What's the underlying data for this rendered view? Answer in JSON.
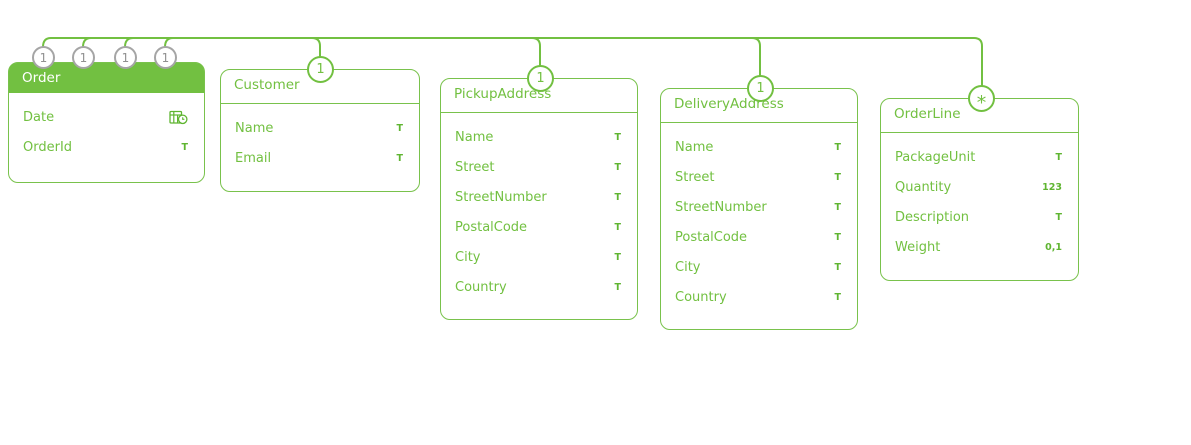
{
  "theme": {
    "accent_green": "#72c041",
    "border_green": "#79c24c",
    "badge_gray": "#a5a5a5",
    "background": "#ffffff",
    "selected_header_text": "#ffffff"
  },
  "diagram": {
    "entities": [
      {
        "name": "Order",
        "selected": true,
        "fields": [
          {
            "name": "Date",
            "icon": "datetime"
          },
          {
            "name": "OrderId",
            "type_label": "T"
          }
        ]
      },
      {
        "name": "Customer",
        "fields": [
          {
            "name": "Name",
            "type_label": "T"
          },
          {
            "name": "Email",
            "type_label": "T"
          }
        ]
      },
      {
        "name": "PickupAddress",
        "fields": [
          {
            "name": "Name",
            "type_label": "T"
          },
          {
            "name": "Street",
            "type_label": "T"
          },
          {
            "name": "StreetNumber",
            "type_label": "T"
          },
          {
            "name": "PostalCode",
            "type_label": "T"
          },
          {
            "name": "City",
            "type_label": "T"
          },
          {
            "name": "Country",
            "type_label": "T"
          }
        ]
      },
      {
        "name": "DeliveryAddress",
        "fields": [
          {
            "name": "Name",
            "type_label": "T"
          },
          {
            "name": "Street",
            "type_label": "T"
          },
          {
            "name": "StreetNumber",
            "type_label": "T"
          },
          {
            "name": "PostalCode",
            "type_label": "T"
          },
          {
            "name": "City",
            "type_label": "T"
          },
          {
            "name": "Country",
            "type_label": "T"
          }
        ]
      },
      {
        "name": "OrderLine",
        "fields": [
          {
            "name": "PackageUnit",
            "type_label": "T"
          },
          {
            "name": "Quantity",
            "type_label": "123"
          },
          {
            "name": "Description",
            "type_label": "T"
          },
          {
            "name": "Weight",
            "type_label": "0,1"
          }
        ]
      }
    ],
    "connections": [
      {
        "from": "Order",
        "to": "Customer",
        "source_multiplicity": "1",
        "target_multiplicity": "1"
      },
      {
        "from": "Order",
        "to": "PickupAddress",
        "source_multiplicity": "1",
        "target_multiplicity": "1"
      },
      {
        "from": "Order",
        "to": "DeliveryAddress",
        "source_multiplicity": "1",
        "target_multiplicity": "1"
      },
      {
        "from": "Order",
        "to": "OrderLine",
        "source_multiplicity": "1",
        "target_multiplicity": "*"
      }
    ]
  }
}
